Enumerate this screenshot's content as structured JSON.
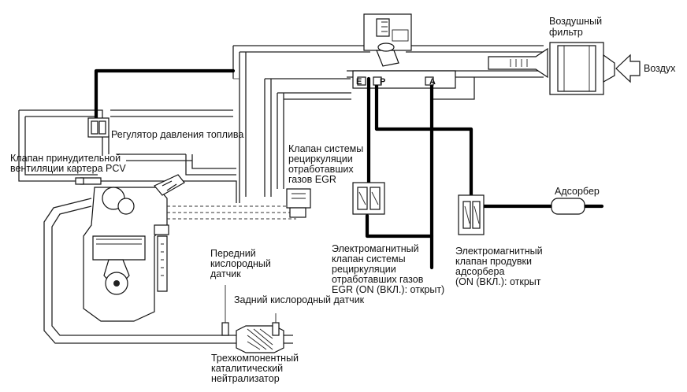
{
  "labels": {
    "air_filter": [
      "Воздушный",
      "фильтр"
    ],
    "air": "Воздух",
    "fuel_regulator": "Регулятор давления топлива",
    "pcv": [
      "Клапан принудительной",
      "вентиляции картера PCV"
    ],
    "egr_valve": [
      "Клапан системы",
      "рециркуляции",
      "отработавших",
      "газов EGR"
    ],
    "adsorber": "Адсорбер",
    "egr_solenoid": [
      "Электромагнитный",
      "клапан системы",
      "рециркуляции",
      "отработавших газов",
      "EGR (ON (ВКЛ.): открыт)"
    ],
    "purge_solenoid": [
      "Электромагнитный",
      "клапан продувки",
      "адсорбера",
      "(ON (ВКЛ.): открыт"
    ],
    "front_o2": [
      "Передний",
      "кислородный",
      "датчик"
    ],
    "rear_o2": "Задний кислородный датчик",
    "catalyst": [
      "Трехкомпонентный",
      "каталитический",
      "нейтрализатор"
    ]
  },
  "ports": {
    "e": "E",
    "p": "P",
    "a": "A"
  }
}
